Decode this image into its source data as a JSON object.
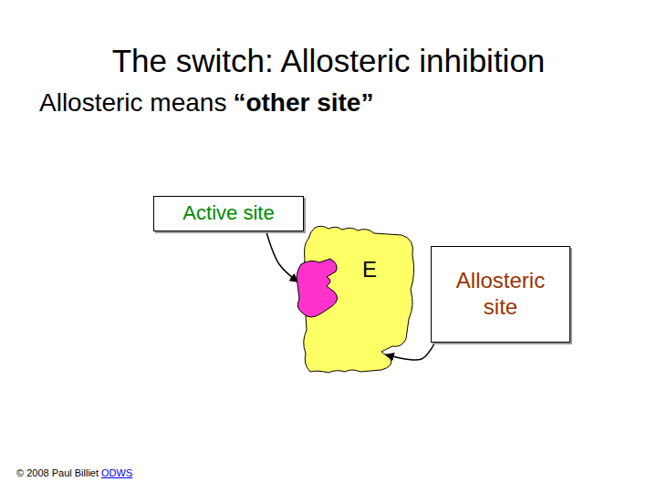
{
  "diagram": {
    "title": "The switch: Allosteric inhibition",
    "nodes": [
      {
        "text": [
          "Active site"
        ]
      },
      {
        "text": [
          "E"
        ]
      },
      {
        "text": [
          "Allosteric site"
        ]
      }
    ],
    "edges": [
      {
        "from": 0,
        "to": 1,
        "arrow": "to"
      },
      {
        "from": 2,
        "to": 1,
        "arrow": "to"
      }
    ],
    "labels": [
      "Allosteric means",
      "“other site”",
      "© 2008 Paul Billiet",
      "ODWS"
    ]
  }
}
